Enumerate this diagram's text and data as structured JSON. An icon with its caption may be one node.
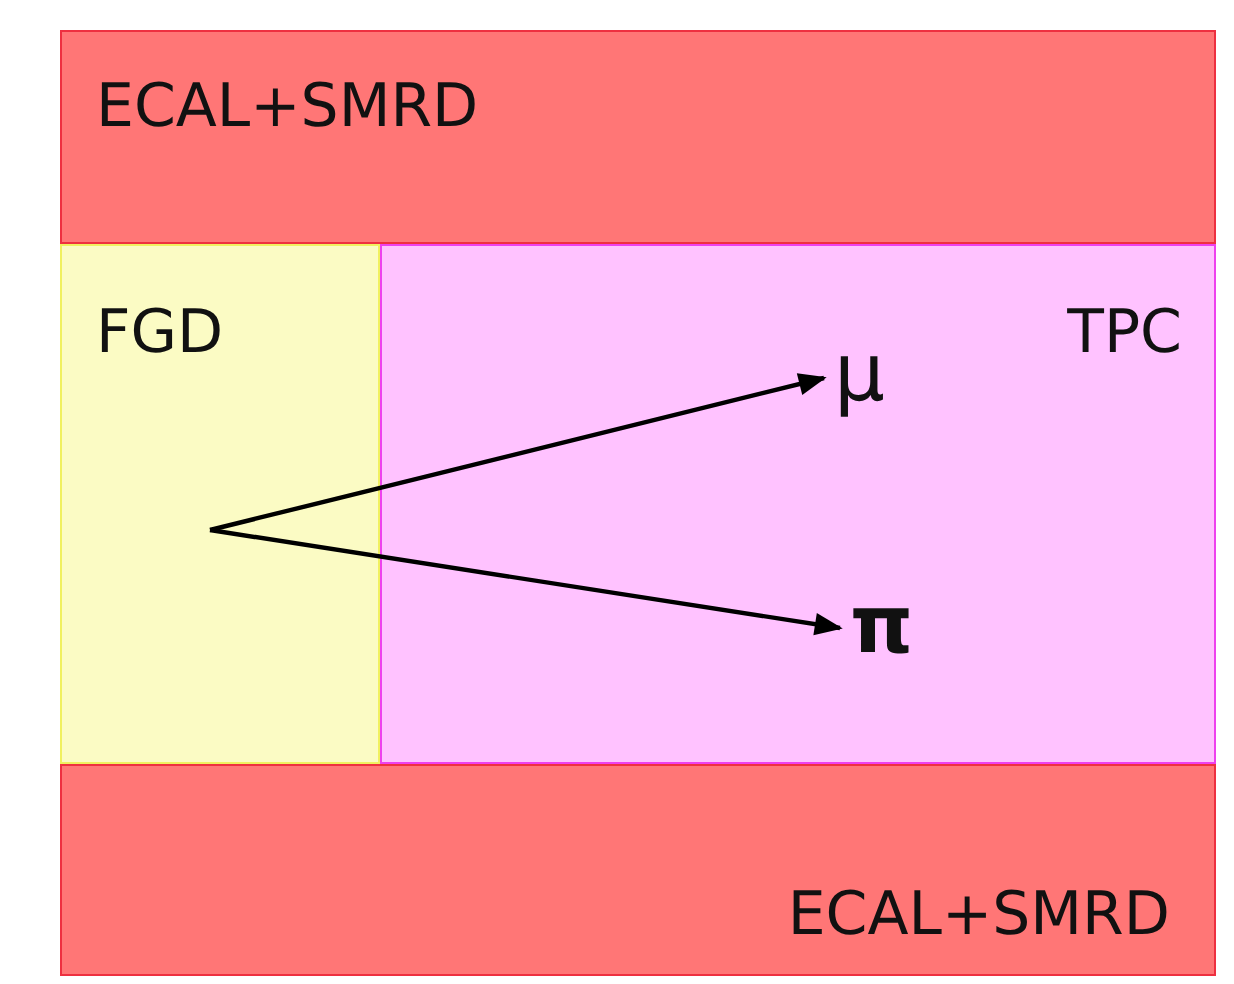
{
  "diagram": {
    "nodes": [
      {
        "text": [
          "ECAL+SMRD"
        ]
      },
      {
        "text": [
          "FGD"
        ]
      },
      {
        "text": [
          "TPC"
        ]
      },
      {
        "text": [
          "ECAL+SMRD"
        ]
      },
      {
        "text": [
          "μ"
        ],
        "in": 2
      },
      {
        "text": [
          "π"
        ],
        "in": 2
      }
    ],
    "edges": [
      {
        "from": 1,
        "to": 4,
        "arrow": "to"
      },
      {
        "from": 1,
        "to": 5,
        "arrow": "to"
      }
    ]
  }
}
